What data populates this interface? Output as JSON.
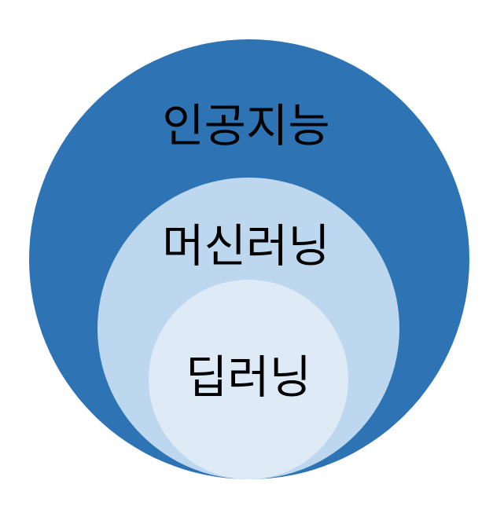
{
  "diagram": {
    "type": "nested-circles",
    "outer": {
      "label": "인공지능",
      "color": "#2E74B5"
    },
    "middle": {
      "label": "머신러닝",
      "color": "#BDD7EE"
    },
    "inner": {
      "label": "딥러닝",
      "color": "#DEEBF7"
    }
  }
}
